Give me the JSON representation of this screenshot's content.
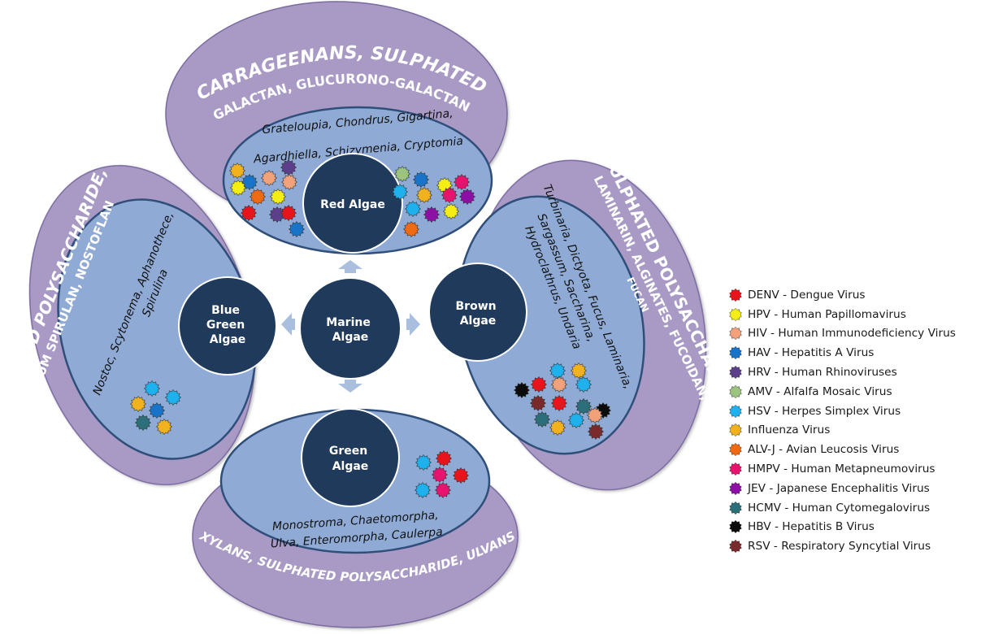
{
  "colors": {
    "outer_ring": "#a99ac5",
    "outer_ring_edge": "#7a6aa0",
    "inner_oval": "#8eaad5",
    "inner_oval_edge": "#2f4f7a",
    "hub": "#203a5c",
    "arrow": "#a9bfdd"
  },
  "center": {
    "label": [
      "Marine",
      "Algae"
    ]
  },
  "groups": {
    "red": {
      "title": "Red Algae",
      "polysaccharides": [
        "CARRAGEENANS, SULPHATED",
        "GALACTAN, GLUCURONO-GALACTAN"
      ],
      "genera": [
        "Grateloupia, Chondrus, Gigartina,",
        "Agardhiella,  Schizymenia, Cryptomia"
      ]
    },
    "blue_green": {
      "title": [
        "Blue",
        "Green",
        "Algae"
      ],
      "polysaccharides": [
        "SULPHATED POLYSACCHARIDE,",
        "CALCIUM SPIRULAN, NOSTOFLAN"
      ],
      "genera": [
        "Nostoc, Scytonema, Aphanothece,",
        "Spirulina"
      ]
    },
    "brown": {
      "title": [
        "Brown",
        "Algae"
      ],
      "polysaccharides": [
        "SULPHATED POLYSACCHARIDE",
        "LAMINARIN, ALGINATES, FUCOIDAN,",
        "FUCAN"
      ],
      "genera": [
        "Turbinaria, Dictyota, Fucus, Laminaria,",
        "Sargassum, Saccharina,",
        "Hydroclathrus, Undaria"
      ]
    },
    "green": {
      "title": [
        "Green",
        "Algae"
      ],
      "polysaccharides": [
        "XYLANS, SULPHATED POLYSACCHARIDE, ULVANS"
      ],
      "genera": [
        "Monostroma, Chaetomorpha,",
        "Ulva, Enteromorpha, Caulerpa"
      ]
    }
  },
  "legend": [
    {
      "label": "DENV - Dengue Virus",
      "color": "#e8141b"
    },
    {
      "label": "HPV - Human Papillomavirus",
      "color": "#f5ee12"
    },
    {
      "label": "HIV - Human Immunodeficiency Virus",
      "color": "#f2a27a"
    },
    {
      "label": "HAV - Hepatitis A Virus",
      "color": "#1874c9"
    },
    {
      "label": "HRV - Human Rhinoviruses",
      "color": "#5c3f8a"
    },
    {
      "label": "AMV - Alfalfa Mosaic Virus",
      "color": "#9cc47e"
    },
    {
      "label": "HSV - Herpes Simplex Virus",
      "color": "#1fb0ee"
    },
    {
      "label": "Influenza Virus",
      "color": "#f2b21e"
    },
    {
      "label": "ALV-J - Avian Leucosis Virus",
      "color": "#ef6a12"
    },
    {
      "label": "HMPV - Human Metapneumovirus",
      "color": "#e8136f"
    },
    {
      "label": "JEV - Japanese Encephalitis Virus",
      "color": "#8c10a4"
    },
    {
      "label": "HCMV - Human Cytomegalovirus",
      "color": "#2c6e7a"
    },
    {
      "label": "HBV - Hepatitis B Virus",
      "color": "#0b0b0b"
    },
    {
      "label": "RSV - Respiratory Syncytial Virus",
      "color": "#7a2a2a"
    }
  ]
}
